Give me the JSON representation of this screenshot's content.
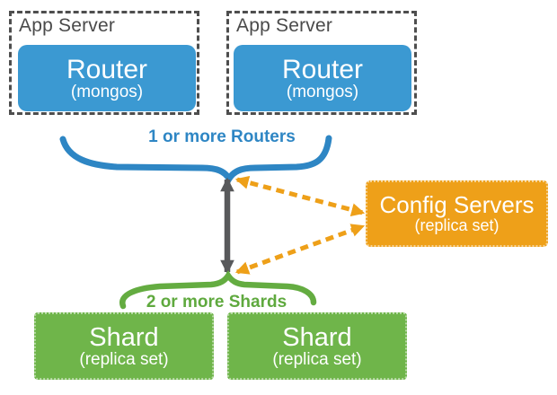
{
  "colors": {
    "router_blue": "#3b99d2",
    "config_orange": "#eea019",
    "shard_green": "#6fb54a",
    "arrow_gray": "#58595b",
    "app_server_gray": "#4a4a4a",
    "brace_blue": "#2e86c4",
    "brace_green": "#64ac41"
  },
  "app_servers": [
    {
      "label": "App Server",
      "router": {
        "title": "Router",
        "subtitle": "(mongos)"
      }
    },
    {
      "label": "App Server",
      "router": {
        "title": "Router",
        "subtitle": "(mongos)"
      }
    }
  ],
  "router_group": {
    "label": "1 or more Routers"
  },
  "config_servers": {
    "title": "Config Servers",
    "subtitle": "(replica set)"
  },
  "shard_group": {
    "label": "2 or more Shards"
  },
  "shards": [
    {
      "title": "Shard",
      "subtitle": "(replica set)"
    },
    {
      "title": "Shard",
      "subtitle": "(replica set)"
    }
  ]
}
